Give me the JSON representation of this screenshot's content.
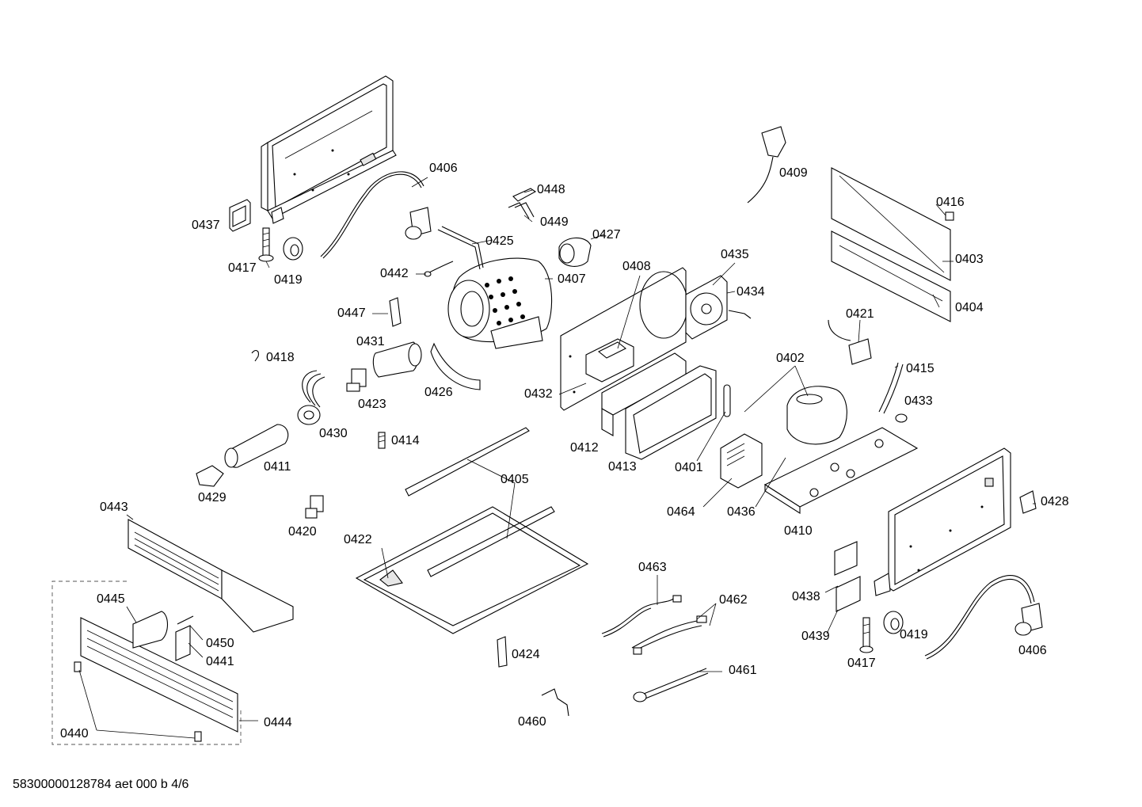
{
  "parts": {
    "p0401": "0401",
    "p0402": "0402",
    "p0403": "0403",
    "p0404": "0404",
    "p0405": "0405",
    "p0406a": "0406",
    "p0406b": "0406",
    "p0407": "0407",
    "p0408": "0408",
    "p0409": "0409",
    "p0410": "0410",
    "p0411": "0411",
    "p0412": "0412",
    "p0413": "0413",
    "p0414": "0414",
    "p0415": "0415",
    "p0416": "0416",
    "p0417a": "0417",
    "p0417b": "0417",
    "p0418": "0418",
    "p0419a": "0419",
    "p0419b": "0419",
    "p0420": "0420",
    "p0421": "0421",
    "p0422": "0422",
    "p0423": "0423",
    "p0424": "0424",
    "p0425": "0425",
    "p0426": "0426",
    "p0427": "0427",
    "p0428": "0428",
    "p0429": "0429",
    "p0430": "0430",
    "p0431": "0431",
    "p0432": "0432",
    "p0433": "0433",
    "p0434": "0434",
    "p0435": "0435",
    "p0436": "0436",
    "p0437": "0437",
    "p0438": "0438",
    "p0439": "0439",
    "p0440": "0440",
    "p0441": "0441",
    "p0442": "0442",
    "p0443": "0443",
    "p0444": "0444",
    "p0445": "0445",
    "p0447": "0447",
    "p0448": "0448",
    "p0449": "0449",
    "p0450": "0450",
    "p0460": "0460",
    "p0461": "0461",
    "p0462": "0462",
    "p0463": "0463",
    "p0464": "0464"
  },
  "footer": "58300000128784 aet 000 b 4/6"
}
